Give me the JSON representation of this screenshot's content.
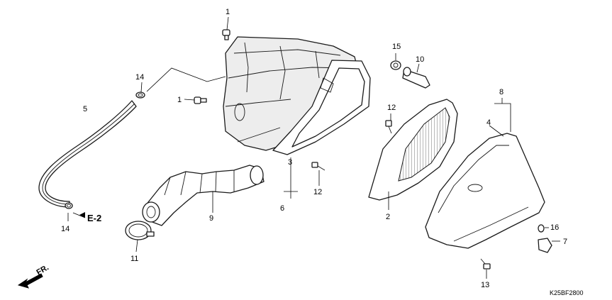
{
  "callouts": {
    "c1a": "1",
    "c1b": "1",
    "c2": "2",
    "c3": "3",
    "c4": "4",
    "c5": "5",
    "c6": "6",
    "c7": "7",
    "c8": "8",
    "c9": "9",
    "c10": "10",
    "c11": "11",
    "c12a": "12",
    "c12b": "12",
    "c13": "13",
    "c14a": "14",
    "c14b": "14",
    "c15": "15",
    "c16": "16"
  },
  "reference": "E-2",
  "direction": "FR.",
  "diagram_code": "K25BF2800"
}
